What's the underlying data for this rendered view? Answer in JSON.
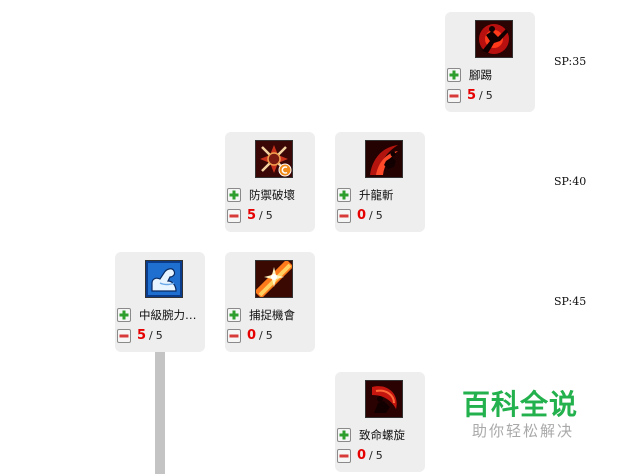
{
  "sp_labels": [
    "SP:35",
    "SP:40",
    "SP:45"
  ],
  "skills": [
    {
      "name": "腳踢",
      "current": "5",
      "max": "5"
    },
    {
      "name": "防禦破壞",
      "current": "5",
      "max": "5"
    },
    {
      "name": "升龍斬",
      "current": "0",
      "max": "5"
    },
    {
      "name": "中級腕力修…",
      "current": "5",
      "max": "5"
    },
    {
      "name": "捕捉機會",
      "current": "0",
      "max": "5"
    },
    {
      "name": "致命螺旋",
      "current": "0",
      "max": "5"
    }
  ],
  "icons": [
    "kick-icon",
    "defense-break-icon",
    "rising-dragon-slash-icon",
    "arm-strength-icon",
    "seize-opportunity-icon",
    "fatal-spiral-icon"
  ],
  "colors": {
    "level_current": "#e60000",
    "plus": "#2e9e2e",
    "minus": "#d83a3a",
    "watermark": "#22b14c"
  },
  "watermark": {
    "title": "百科全说",
    "subtitle": "助你轻松解决"
  }
}
